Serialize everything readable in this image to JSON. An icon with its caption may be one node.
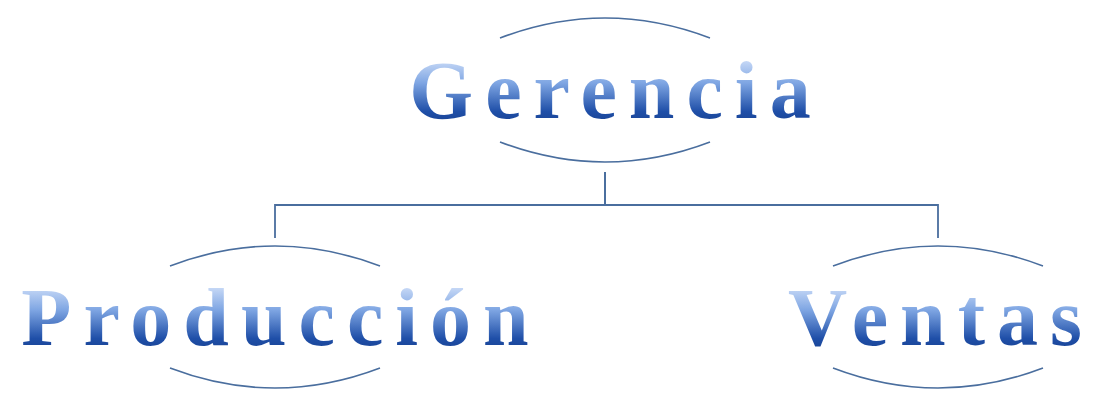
{
  "diagram": {
    "nodes": [
      {
        "text": [
          "Gerencia"
        ]
      },
      {
        "text": [
          "Producción"
        ]
      },
      {
        "text": [
          "Ventas"
        ]
      }
    ],
    "edges": [
      {
        "from": 0,
        "to": 1,
        "arrow": "none"
      },
      {
        "from": 0,
        "to": 2,
        "arrow": "none"
      }
    ]
  }
}
